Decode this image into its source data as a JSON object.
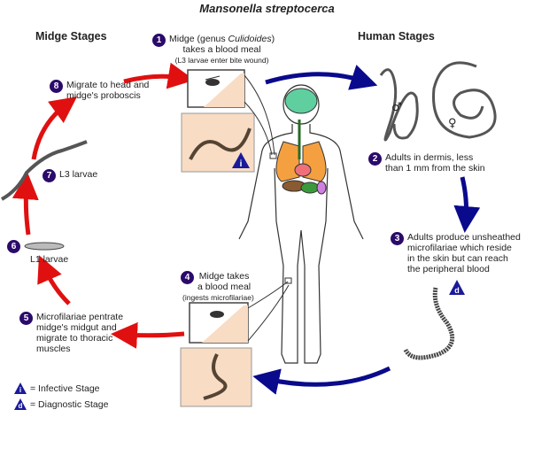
{
  "title": "Mansonella streptocerca",
  "sections": {
    "midge": "Midge Stages",
    "human": "Human Stages"
  },
  "steps": [
    {
      "num": "1",
      "text": "Midge (genus Culidoides) takes a blood meal",
      "sub": "(L3 larvae enter bite wound)",
      "line1_pre": "Midge (genus ",
      "line1_italic": "Culidoides",
      "line1_post": ")",
      "line2": "takes a blood meal"
    },
    {
      "num": "2",
      "line1": "Adults in dermis, less",
      "line2": "than 1 mm from the skin"
    },
    {
      "num": "3",
      "line1": "Adults produce unsheathed",
      "line2": "microfilariae which reside",
      "line3": "in the skin but can reach",
      "line4": "the peripheral blood"
    },
    {
      "num": "4",
      "line1": "Midge takes",
      "line2": "a blood meal",
      "sub": "(ingests microfilariae)"
    },
    {
      "num": "5",
      "line1": "Microfilariae pentrate",
      "line2": "midge's midgut and",
      "line3": "migrate to thoracic",
      "line4": "muscles"
    },
    {
      "num": "6",
      "line1": "L1 larvae"
    },
    {
      "num": "7",
      "line1": "L3 larvae"
    },
    {
      "num": "8",
      "line1": "Migrate to head and",
      "line2": "midge's proboscis"
    }
  ],
  "symbols": {
    "male": "♂",
    "female": "♀",
    "infective": "i",
    "diagnostic": "d"
  },
  "legend": [
    {
      "symbol": "i",
      "text": "= Infective Stage"
    },
    {
      "symbol": "d",
      "text": "= Diagnostic Stage"
    }
  ],
  "colors": {
    "human_arrow": "#0a0a8c",
    "midge_arrow": "#e01010",
    "badge": "#2a0a6a",
    "stage_triangle": "#1a1a9a",
    "panel_fill": "#f8dcc4"
  }
}
